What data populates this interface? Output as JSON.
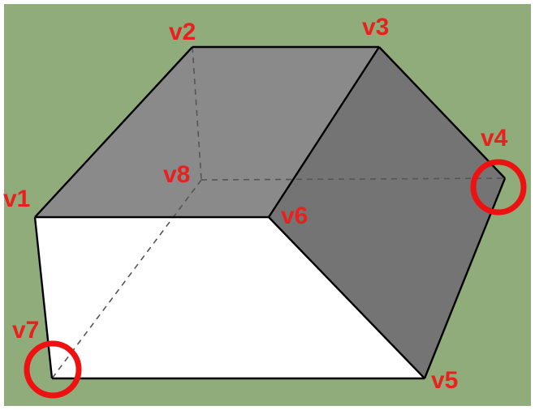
{
  "colors": {
    "background": "#8fac7a",
    "border": "#ffffff",
    "top_face": "#8a8a8a",
    "right_face": "#747474",
    "front_face": "#ffffff",
    "edge": "#000000",
    "hidden_edge": "#555555",
    "label": "#e8211f",
    "highlight_circle": "#ee1111"
  },
  "vertices": {
    "v1": "v1",
    "v2": "v2",
    "v3": "v3",
    "v4": "v4",
    "v5": "v5",
    "v6": "v6",
    "v7": "v7",
    "v8": "v8"
  },
  "highlighted_vertices": [
    "v4",
    "v7"
  ]
}
